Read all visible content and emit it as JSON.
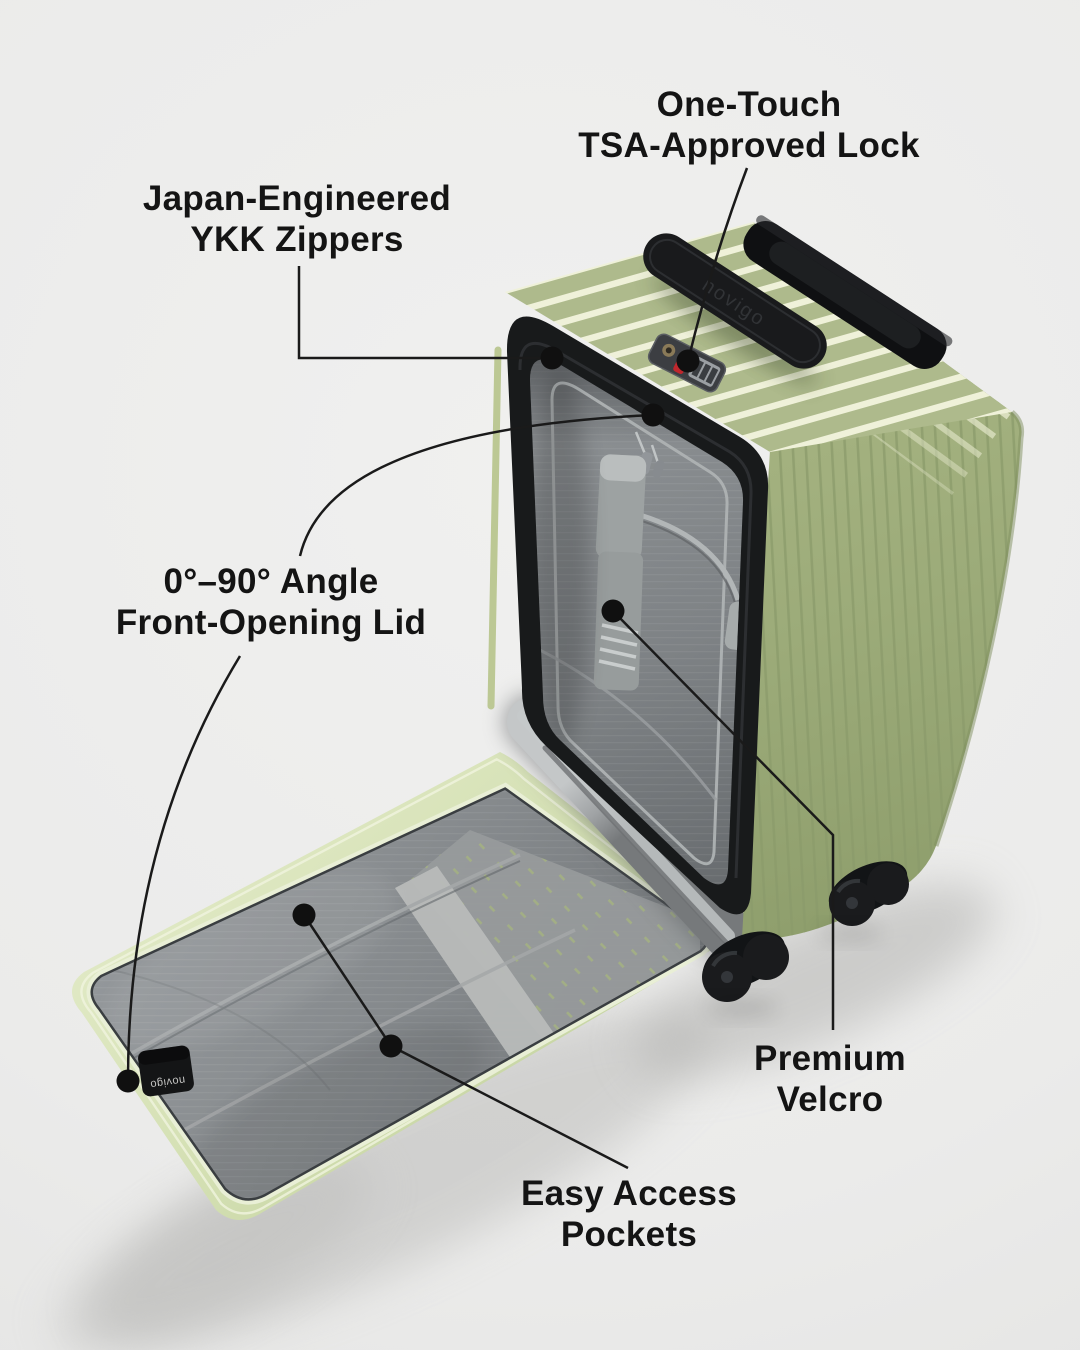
{
  "labels": {
    "lock": {
      "line1": "One-Touch",
      "line2": "TSA-Approved Lock"
    },
    "zippers": {
      "line1": "Japan-Engineered",
      "line2": "YKK Zippers"
    },
    "lid": {
      "line1": "0°–90° Angle",
      "line2": "Front-Opening Lid"
    },
    "velcro": {
      "line1": "Premium",
      "line2": "Velcro"
    },
    "pockets": {
      "line1": "Easy Access",
      "line2": "Pockets"
    }
  },
  "brand": {
    "logo_text": "novigo"
  },
  "colors": {
    "bg": "#ebebea",
    "ink": "#141414",
    "line": "#1a1a1a",
    "shell-top": "#a9b685",
    "shell-side": "#a3b17e",
    "stripe": "#eff1d7",
    "ridge": "#8b9a6b",
    "frame": "#181a1b",
    "interior": "#85898c",
    "seam": "#aeb2b3",
    "strap": "#9da2a2",
    "rim": "#d3dfb2",
    "lid-interior": "#8b8f92",
    "divider": "#aeb1b0",
    "tube": "#a3a6a8",
    "wheel": "#1a1b1d",
    "lock-plate": "#3c3e42",
    "lock-red": "#c0272d",
    "tab": "#141516",
    "tab-text": "#c6c6c4"
  }
}
